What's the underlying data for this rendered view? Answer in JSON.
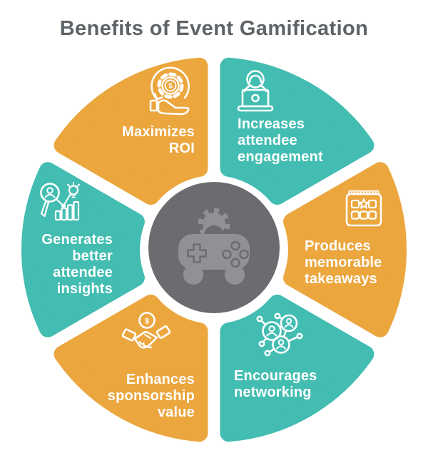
{
  "title": {
    "text": "Benefits of Event Gamification"
  },
  "palette": {
    "orange": "#EBA63D",
    "teal": "#43BDB1",
    "center_gray": "#6B6C6F",
    "icon_gray": "#8F9194",
    "text_white": "#FFFFFF",
    "title_gray": "#5D6366",
    "background": "#FFFFFF"
  },
  "glyphs": {
    "dollar": "$"
  },
  "center": {
    "icon": "game-controller-gear-icon"
  },
  "diagram": {
    "segments": [
      {
        "id": "increases-attendee-engagement",
        "position": "top-right",
        "color": "teal",
        "icon": "attendee-laptop-icon",
        "lines": [
          "Increases",
          "attendee",
          "engagement"
        ]
      },
      {
        "id": "produces-memorable-takeaways",
        "position": "right",
        "color": "orange",
        "icon": "calendar-star-icon",
        "lines": [
          "Produces",
          "memorable",
          "takeaways"
        ]
      },
      {
        "id": "encourages-networking",
        "position": "bottom-right",
        "color": "teal",
        "icon": "network-people-icon",
        "lines": [
          "Encourages",
          "networking"
        ]
      },
      {
        "id": "enhances-sponsorship-value",
        "position": "bottom-left",
        "color": "orange",
        "icon": "handshake-dollar-icon",
        "lines": [
          "Enhances",
          "sponsorship",
          "value"
        ]
      },
      {
        "id": "generates-better-attendee-insights",
        "position": "left",
        "color": "teal",
        "icon": "magnifier-insights-icon",
        "lines": [
          "Generates",
          "better",
          "attendee",
          "insights"
        ]
      },
      {
        "id": "maximizes-roi",
        "position": "top-left",
        "color": "orange",
        "icon": "hand-gear-dollar-icon",
        "lines": [
          "Maximizes",
          "ROI"
        ]
      }
    ]
  }
}
